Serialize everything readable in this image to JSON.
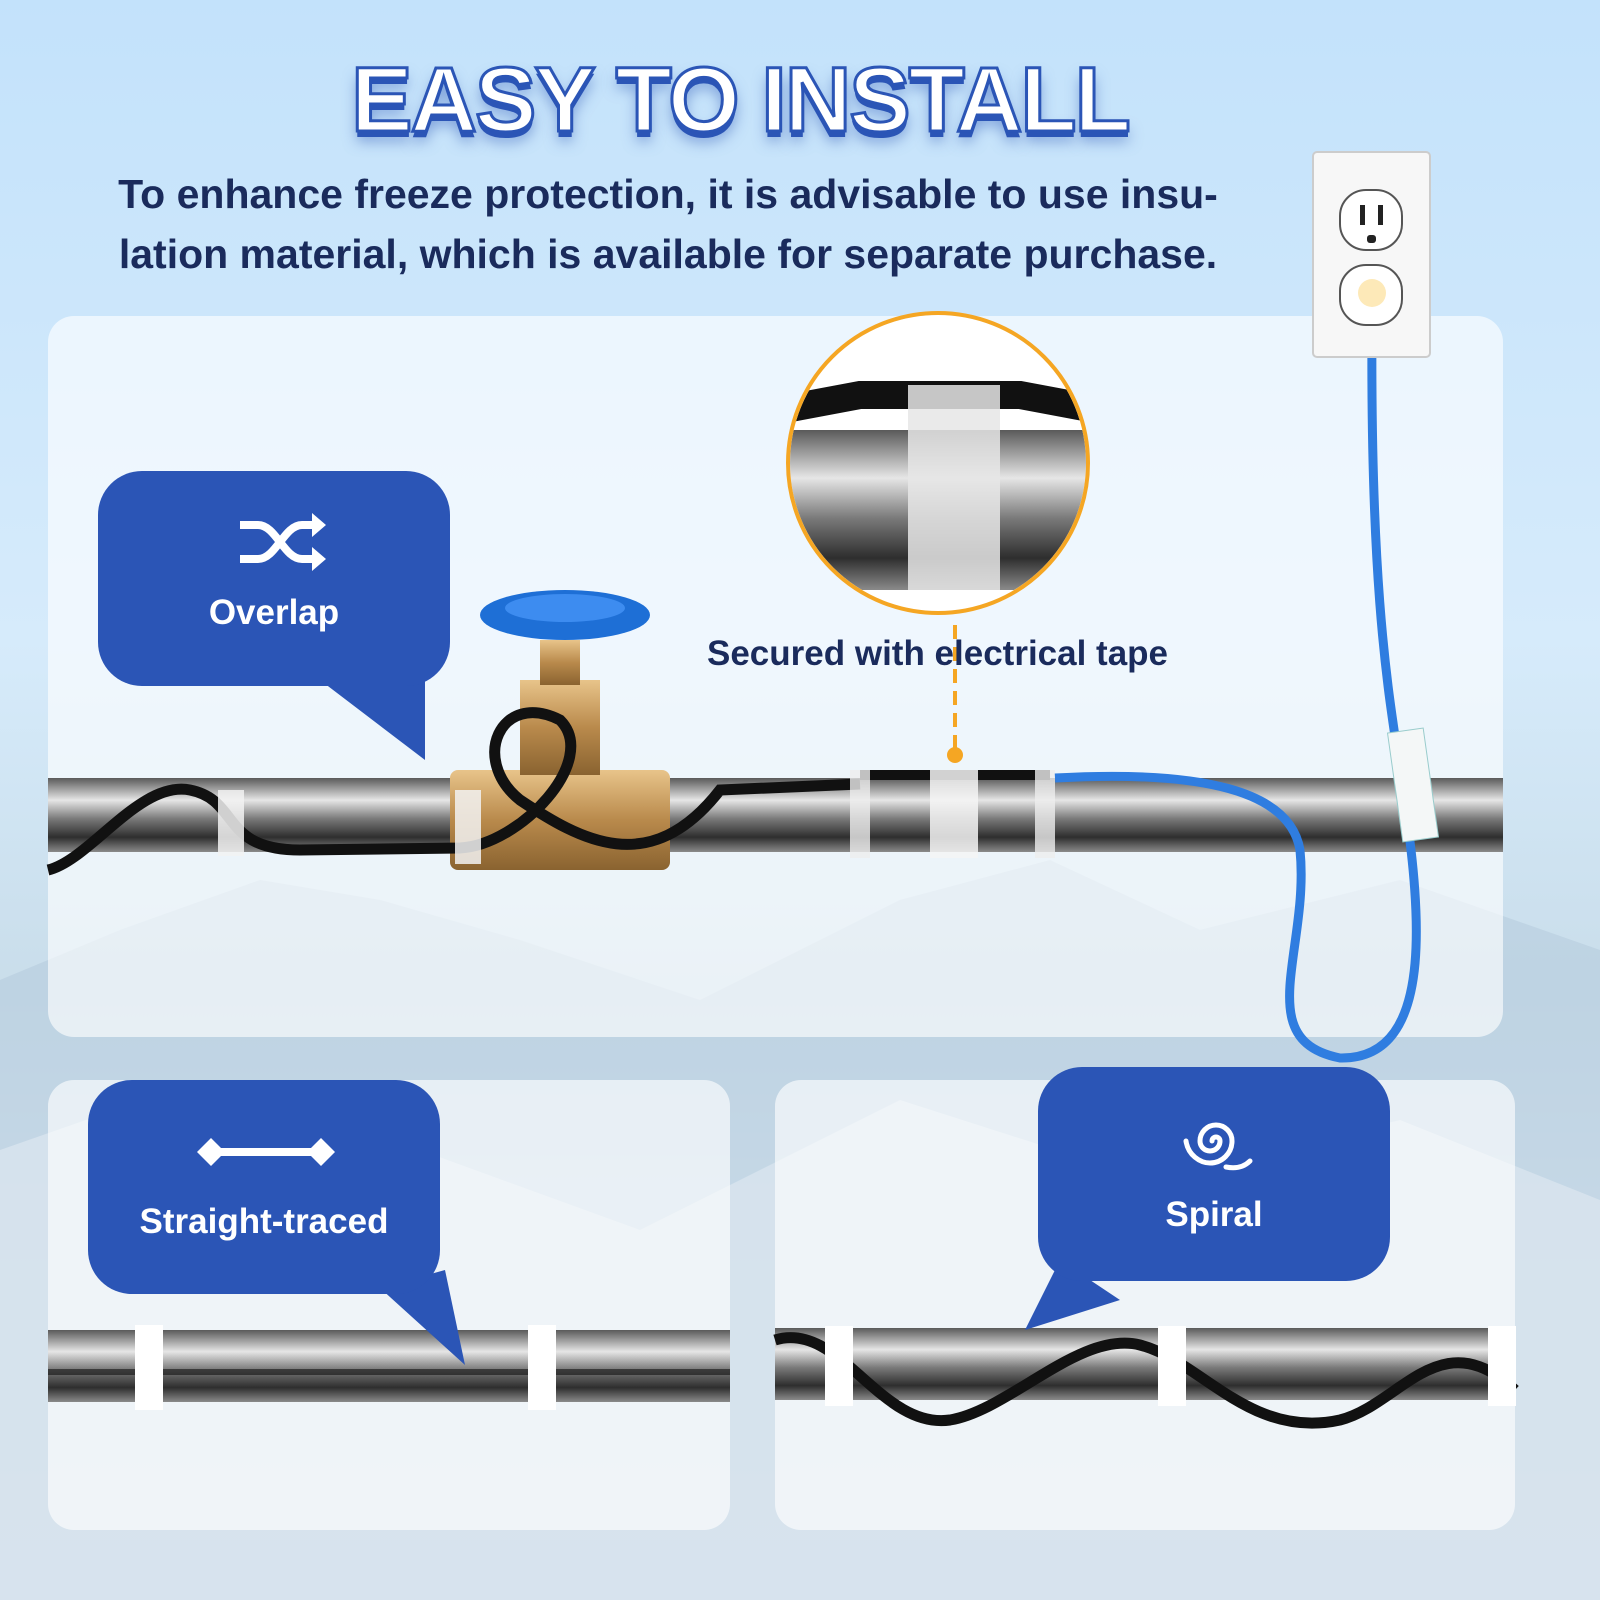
{
  "header": {
    "title": "EASY TO INSTALL",
    "subtitle": "To enhance freeze protection, it is advisable to use insu-lation material, which is available for separate purchase."
  },
  "callouts": {
    "overlap": "Overlap",
    "tape_caption": "Secured with electrical tape",
    "straight": "Straight-traced",
    "spiral": "Spiral"
  },
  "colors": {
    "accent": "#2b55b6",
    "text": "#1a2b5c",
    "highlight": "#f5a623",
    "cable": "#2f7de0"
  },
  "icons": [
    "shuffle-icon",
    "straight-line-icon",
    "spiral-icon"
  ]
}
